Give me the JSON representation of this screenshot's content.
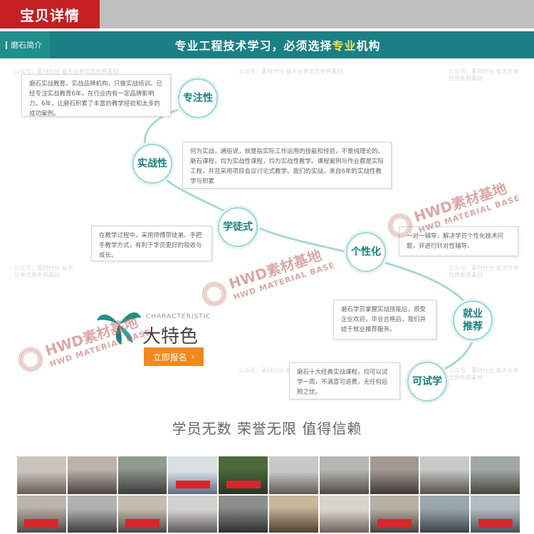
{
  "header": {
    "tab_label": "宝贝详情"
  },
  "banner": {
    "left_label": "磨石简介",
    "title_before": "专业工程技术学习，必须选择",
    "title_highlight": "专业",
    "title_after": "机构"
  },
  "features": [
    {
      "label": "专注性",
      "text": "磨石实战教育，实战品牌机构，只做实战培训。已经专注实战教育6年，在行业内有一定品牌影响力。6年，让磨石积累了丰富的教学经验和太多的成功案例。"
    },
    {
      "label": "实战性",
      "text": "何为实战，通俗说，就是指实际工作运用的技能和经验，不是纯理论的。磨石课程，均为实战性课程，均为实战性教学。课程案例与作业都是实际工程，并且采用项目会议讨论式教学。我们的实战，来自6年的实战性教学与积累"
    },
    {
      "label": "学徒式",
      "text": "在教学过程中，采用师傅带徒弟、手把手教学方式，有利于学员更好的吸收与成长。"
    },
    {
      "label": "个性化",
      "text": "一对一辅导，解决学员个性化技术问题，并进行针对性辅导。"
    },
    {
      "label": "就业\n推荐",
      "text": "磨石学员掌握实战技能后，很受企业欢迎，毕业合格后，我们并给于就业推荐服务。"
    },
    {
      "label": "可试学",
      "text": "磨石十大经典实战课程，均可以试学一周，不满意可退费，无任何后顾之忧。"
    }
  ],
  "promo": {
    "english": "CHARACTERISTIC",
    "title": "大特色",
    "button_label": "立即报名",
    "button_arrow": "›"
  },
  "slogan": "学员无数  荣誉无限  值得信赖",
  "watermark": {
    "line1": "HWD素材基地",
    "line2": "HWD MATERIAL BASE"
  },
  "faint_watermark": "公众号：素材分分 每天分享优质免费素材",
  "colors": {
    "header_red": "#c51f22",
    "banner_teal": "#1b7f86",
    "circle_text": "#17807f",
    "button_orange": "#f08a1c",
    "highlight_yellow": "#f6e45c"
  }
}
